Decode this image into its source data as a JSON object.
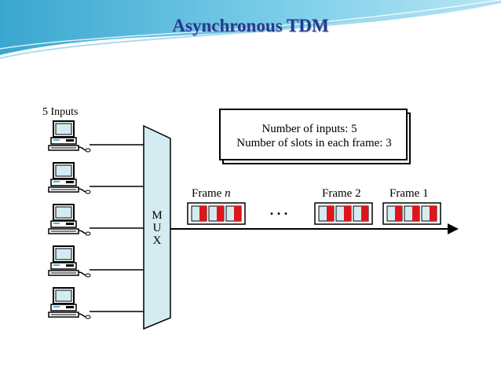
{
  "slide": {
    "title": "Asynchronous TDM"
  },
  "diagram": {
    "inputs_label": "5 Inputs",
    "computers": [
      {
        "name": "input-computer-1"
      },
      {
        "name": "input-computer-2"
      },
      {
        "name": "input-computer-3"
      },
      {
        "name": "input-computer-4"
      },
      {
        "name": "input-computer-5"
      }
    ],
    "mux_label": [
      "M",
      "U",
      "X"
    ],
    "info_box": {
      "line1": "Number of inputs: 5",
      "line2": "Number of slots in each frame: 3"
    },
    "frames": [
      {
        "label_text": "Frame ",
        "label_var": "n",
        "slots": [
          true,
          true,
          true
        ]
      },
      {
        "label_text": "Frame 2",
        "label_var": "",
        "slots": [
          true,
          true,
          true
        ]
      },
      {
        "label_text": "Frame 1",
        "label_var": "",
        "slots": [
          true,
          true,
          true
        ]
      }
    ],
    "ellipsis": ". . .",
    "colors": {
      "mux_fill": "#d4ebf2",
      "slot_fill": "#d4ebf2",
      "slot_mark": "#e0141b",
      "line": "#000000",
      "title": "#1f3c8f",
      "header_wave": "#4fb6d8"
    }
  }
}
